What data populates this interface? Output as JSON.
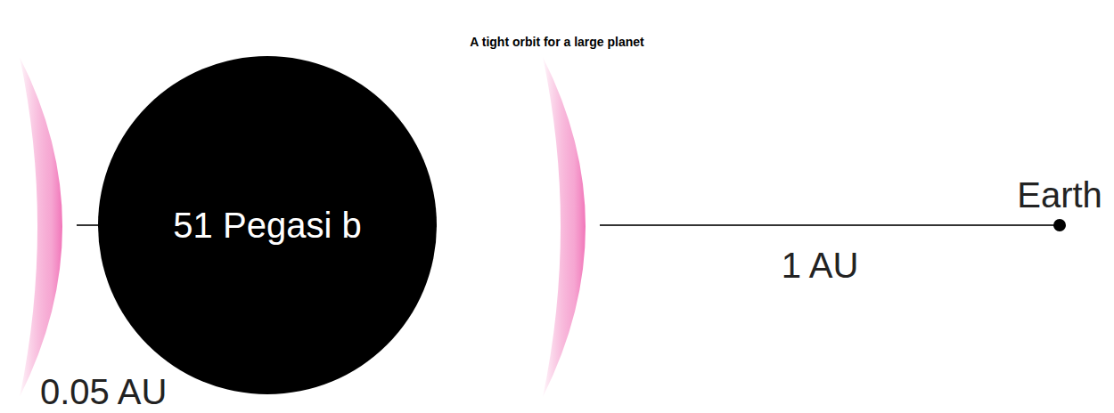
{
  "diagram": {
    "title": "A tight orbit for a large planet",
    "nodes": [
      {
        "text": [
          "51 Pegasi b"
        ]
      },
      {
        "text": [
          "Earth"
        ]
      }
    ],
    "labels": [
      "1 AU",
      "0.05 AU"
    ]
  }
}
